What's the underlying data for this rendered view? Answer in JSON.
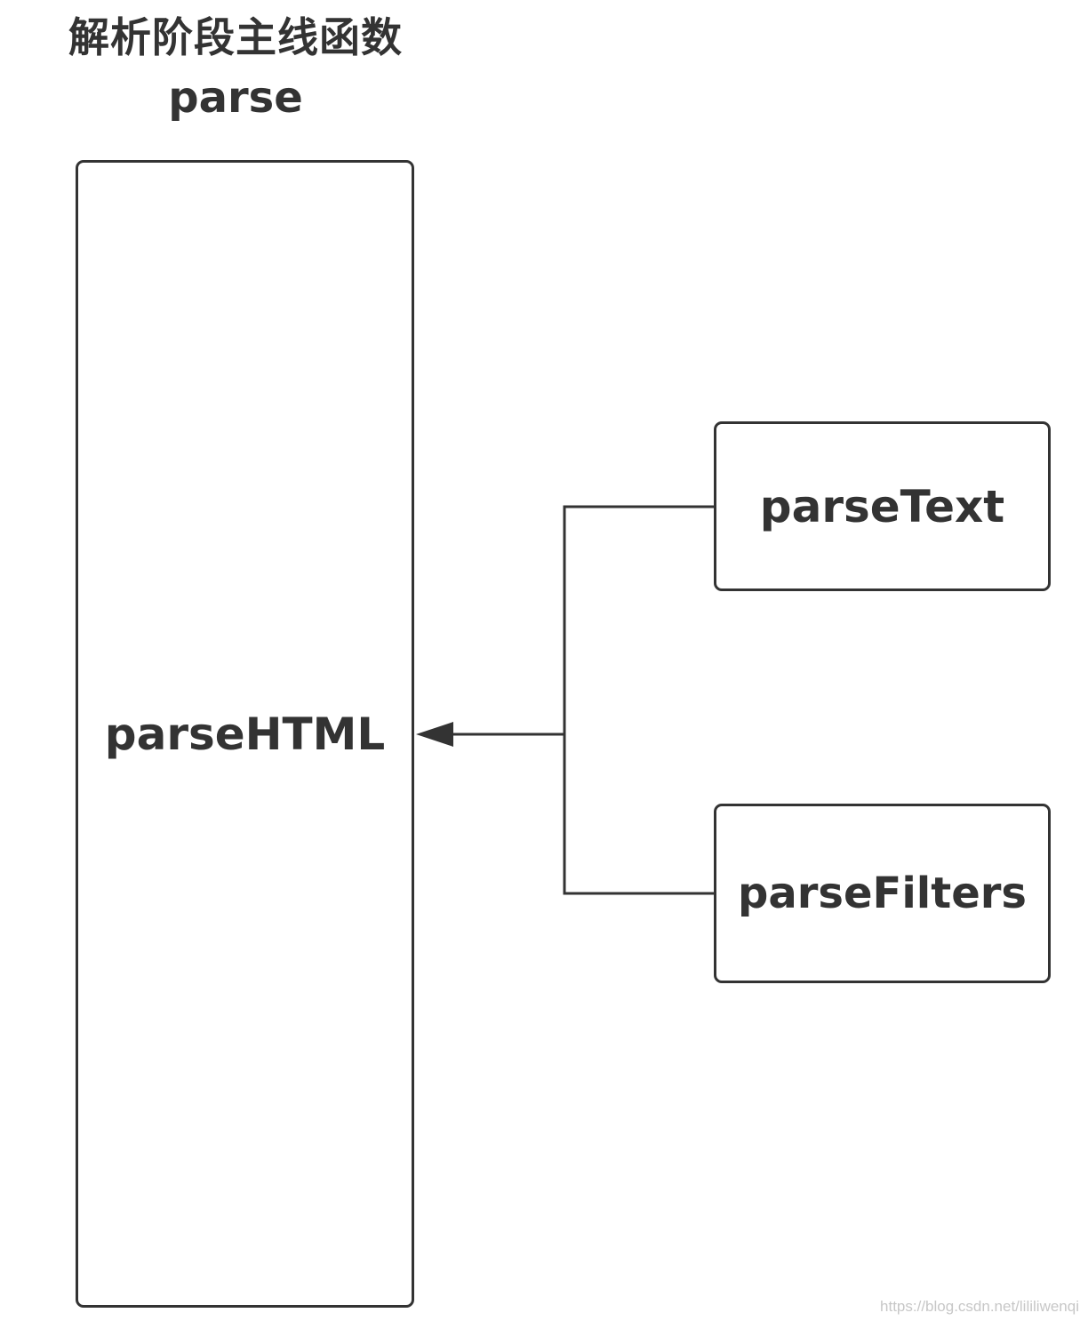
{
  "diagram": {
    "title_line1": "解析阶段主线函数",
    "title_line2": "parse",
    "nodes": {
      "main": "parseHTML",
      "text": "parseText",
      "filters": "parseFilters"
    },
    "watermark": "https://blog.csdn.net/lililiwenqi"
  },
  "colors": {
    "stroke": "#333333",
    "text": "#333333",
    "watermark": "#c7c7c7",
    "background": "#ffffff"
  }
}
